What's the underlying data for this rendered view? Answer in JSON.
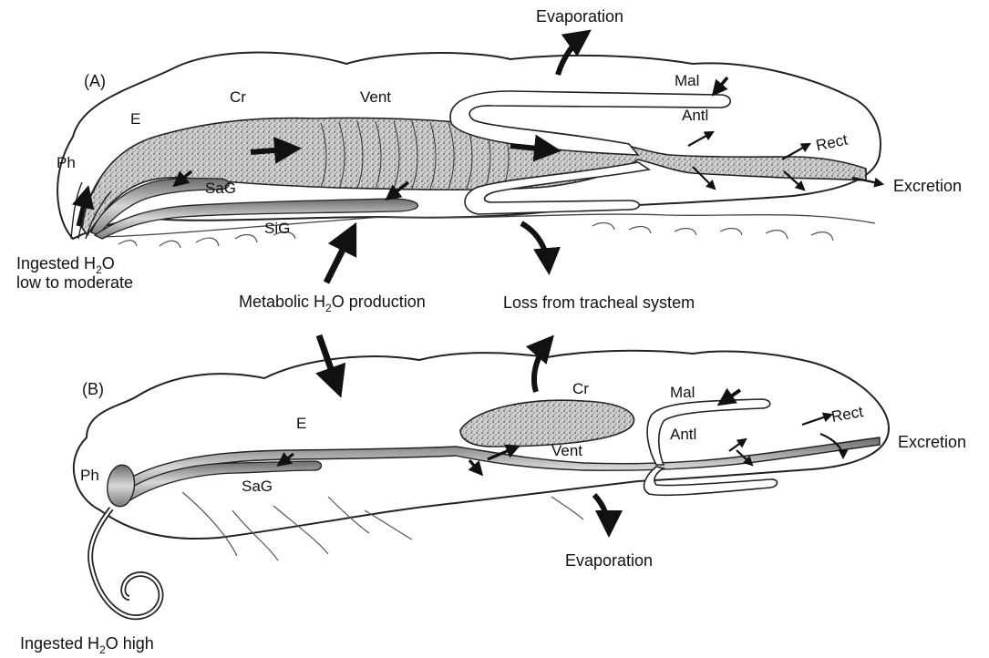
{
  "panel_a": {
    "label": "(A)",
    "organs": {
      "pharynx": "Ph",
      "esophagus": "E",
      "crop": "Cr",
      "ventriculus": "Vent",
      "malpighian": "Mal",
      "anterior_intestine": "Antl",
      "rectum": "Rect",
      "salivary_gland": "SaG",
      "silk_gland": "SiG"
    },
    "flows": {
      "evaporation": "Evaporation",
      "excretion": "Excretion"
    },
    "intake_line1": "Ingested H",
    "intake_sub": "2",
    "intake_rest": "O",
    "intake_line2": "low to moderate"
  },
  "center": {
    "metabolic_prefix": "Metabolic H",
    "metabolic_sub": "2",
    "metabolic_suffix": "O production",
    "tracheal_loss": "Loss from tracheal system"
  },
  "panel_b": {
    "label": "(B)",
    "organs": {
      "pharynx": "Ph",
      "esophagus": "E",
      "crop": "Cr",
      "ventriculus": "Vent",
      "malpighian": "Mal",
      "anterior_intestine": "Antl",
      "rectum": "Rect",
      "salivary_gland": "SaG"
    },
    "flows": {
      "evaporation": "Evaporation",
      "excretion": "Excretion"
    },
    "intake_prefix": "Ingested H",
    "intake_sub": "2",
    "intake_suffix": "O high"
  }
}
